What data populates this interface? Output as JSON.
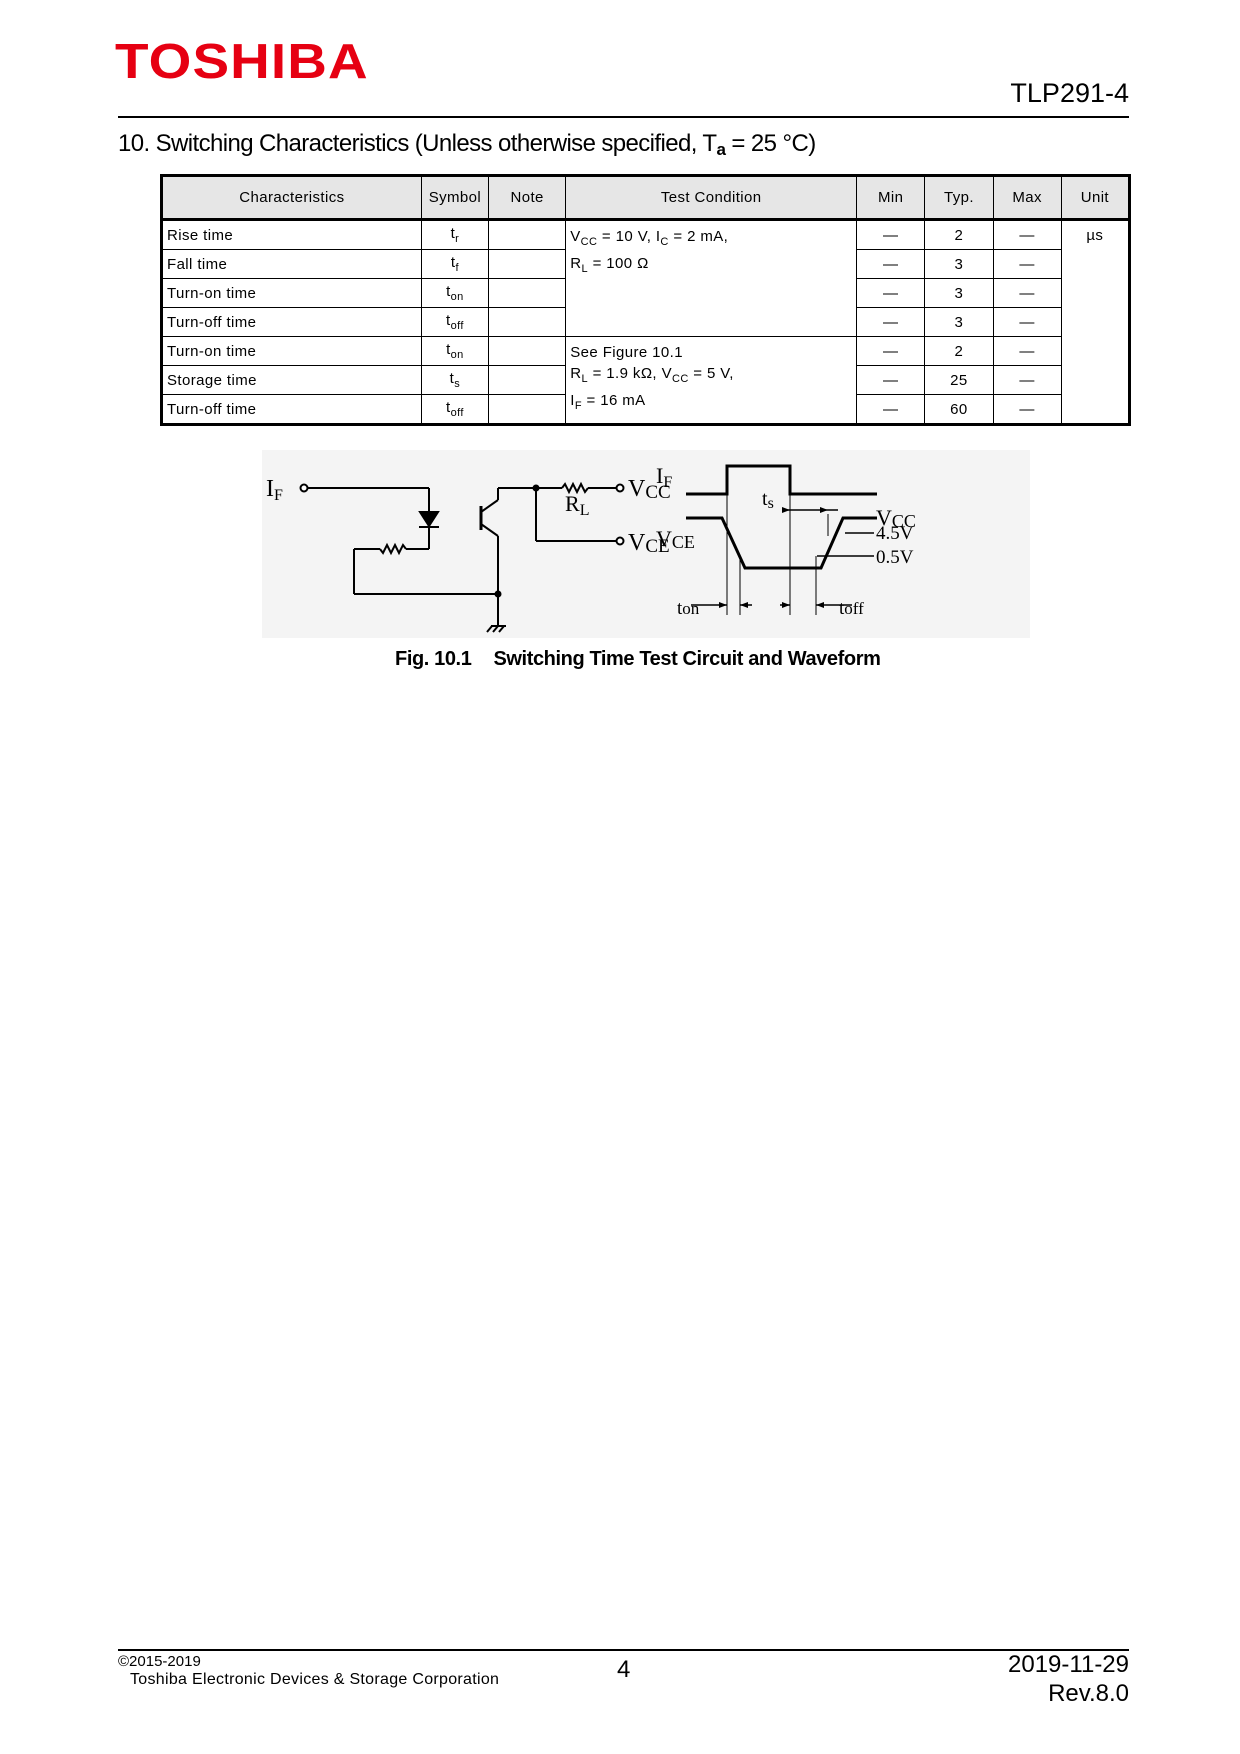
{
  "header": {
    "logo": "TOSHIBA",
    "part_number": "TLP291-4"
  },
  "section": {
    "title_prefix": "10. Switching Characteristics (Unless otherwise specified, T",
    "title_sub": "a",
    "title_suffix": " = 25 °C)"
  },
  "table": {
    "headers": [
      "Characteristics",
      "Symbol",
      "Note",
      "Test Condition",
      "Min",
      "Typ.",
      "Max",
      "Unit"
    ],
    "rows": [
      {
        "characteristic": "Rise time",
        "sym": "t",
        "sym_sub": "r",
        "min": "—",
        "typ": "2",
        "max": "—"
      },
      {
        "characteristic": "Fall time",
        "sym": "t",
        "sym_sub": "f",
        "min": "—",
        "typ": "3",
        "max": "—"
      },
      {
        "characteristic": "Turn-on time",
        "sym": "t",
        "sym_sub": "on",
        "min": "—",
        "typ": "3",
        "max": "—"
      },
      {
        "characteristic": "Turn-off time",
        "sym": "t",
        "sym_sub": "off",
        "min": "—",
        "typ": "3",
        "max": "—"
      },
      {
        "characteristic": "Turn-on time",
        "sym": "t",
        "sym_sub": "on",
        "min": "—",
        "typ": "2",
        "max": "—"
      },
      {
        "characteristic": "Storage time",
        "sym": "t",
        "sym_sub": "s",
        "min": "—",
        "typ": "25",
        "max": "—"
      },
      {
        "characteristic": "Turn-off time",
        "sym": "t",
        "sym_sub": "off",
        "min": "—",
        "typ": "60",
        "max": "—"
      }
    ],
    "cond1": {
      "l1a": "V",
      "l1a_sub": "CC",
      "l1b": " = 10 V, I",
      "l1b_sub": "C",
      "l1c": " = 2 mA,",
      "l2a": "R",
      "l2a_sub": "L",
      "l2b": " = 100 Ω"
    },
    "cond2": {
      "l1": "See Figure 10.1",
      "l2a": "R",
      "l2a_sub": "L",
      "l2b": " = 1.9 kΩ, V",
      "l2b_sub": "CC",
      "l2c": " = 5 V,",
      "l3a": "I",
      "l3a_sub": "F",
      "l3b": " = 16 mA"
    },
    "unit": "µs"
  },
  "figure": {
    "if_label": "I",
    "if_sub": "F",
    "vcc_label": "V",
    "vcc_sub": "CC",
    "vce_label": "V",
    "vce_sub": "CE",
    "rl_label": "R",
    "rl_sub": "L",
    "ts_label": "t",
    "ts_sub": "s",
    "ton_label": "t",
    "ton_sub": "on",
    "toff_label": "t",
    "toff_sub": "off",
    "v45": "4.5V",
    "v05": "0.5V",
    "caption_num": "Fig. 10.1",
    "caption_text": "Switching Time Test Circuit and Waveform"
  },
  "footer": {
    "copyright": "©2015-2019",
    "company": "Toshiba Electronic Devices & Storage Corporation",
    "page": "4",
    "date": "2019-11-29",
    "revision": "Rev.8.0"
  }
}
